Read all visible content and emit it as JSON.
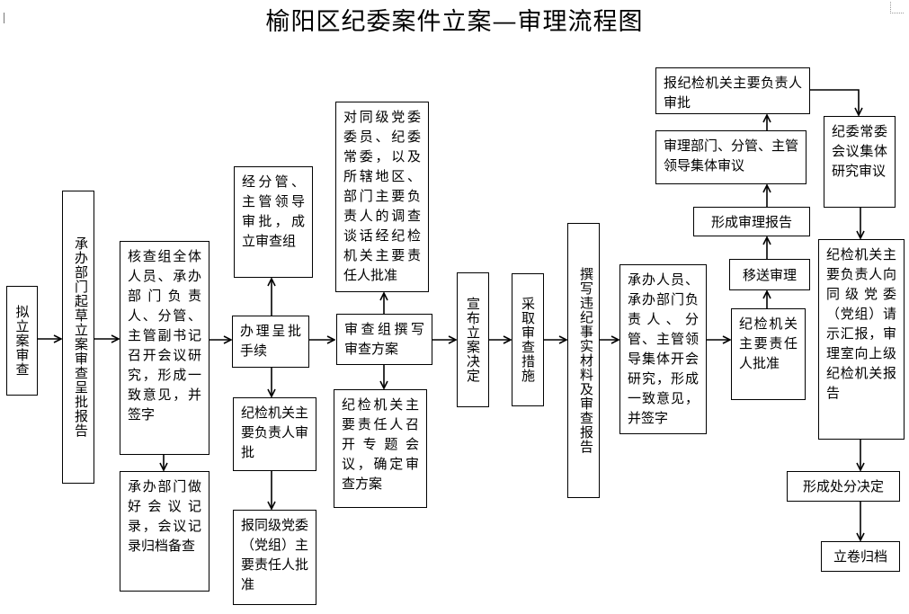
{
  "title": "榆阳区纪委案件立案—审理流程图",
  "nodes": {
    "n1": "拟立案审查",
    "n2": "承办部门起草立案审查呈批报告",
    "n3": "核查组全体人员、承办部门负责人、分管、主管副书记召开会议研究，形成一致意见，并签字",
    "n4": "承办部门做好会议记录，会议记录归档备查",
    "n5": "经分管、主管领导审批，成立审查组",
    "n6": "办理呈批手续",
    "n7": "纪检机关主要负责人审批",
    "n8": "报同级党委（党组）主要责任人批准",
    "n9": "对同级党委委员、纪委常委，以及所辖地区、部门主要负责人的调查谈话经纪检机关主要责任人批准",
    "n10": "审查组撰写审查方案",
    "n11": "纪检机关主要责任人召开专题会议，确定审查方案",
    "n12": "宣布立案决定",
    "n13": "采取审查措施",
    "n14": "撰写违纪事实材料及审查报告",
    "n15": "承办人员、承办部门负责人、分管、主管领导集体开会研究，形成一致意见，并签字",
    "n16": "纪检机关主要责任人批准",
    "n17": "移送审理",
    "n18": "形成审理报告",
    "n19": "审理部门、分管、主管领导集体审议",
    "n20": "报纪检机关主要负责人审批",
    "n21": "纪委常委会议集体研究审议",
    "n22": "纪检机关主要负责人向同级党委（党组）请示汇报，审理室向上级纪检机关报告",
    "n23": "形成处分决定",
    "n24": "立卷归档"
  }
}
